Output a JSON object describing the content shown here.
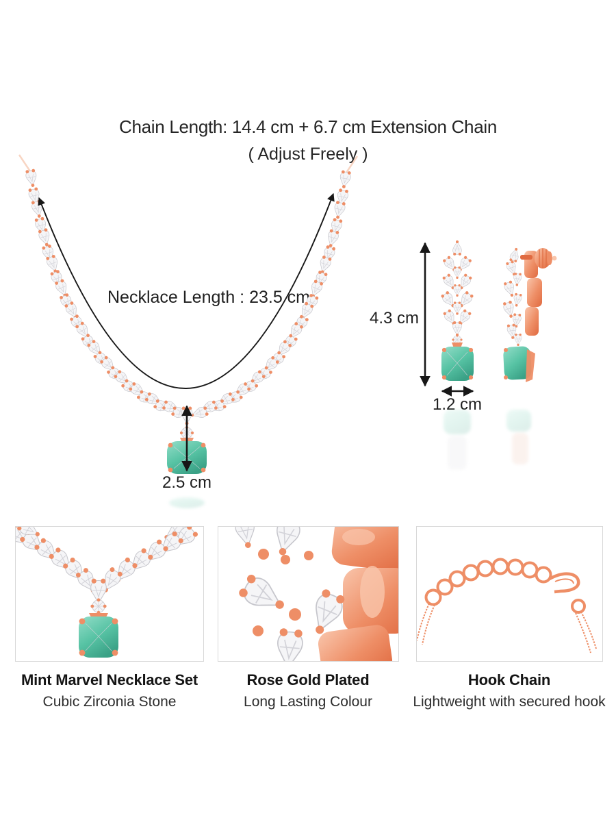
{
  "header": {
    "line1": "Chain Length: 14.4 cm + 6.7 cm Extension Chain",
    "line2": "( Adjust Freely )"
  },
  "annotations": {
    "necklace_length": "Necklace Length : 23.5 cm",
    "pendant_height": "2.5 cm",
    "earring_height": "4.3 cm",
    "earring_width": "1.2 cm"
  },
  "features": [
    {
      "title": "Mint Marvel Necklace Set",
      "subtitle": "Cubic Zirconia Stone",
      "image": "necklace-pendant-closeup"
    },
    {
      "title": "Rose Gold Plated",
      "subtitle": "Long Lasting Colour",
      "image": "rose-gold-prongs-closeup"
    },
    {
      "title": "Hook Chain",
      "subtitle": "Lightweight with secured hook",
      "image": "hook-chain-closeup"
    }
  ],
  "colors": {
    "rose_gold": "#ee8e66",
    "rose_gold_light": "#f9c5ab",
    "rose_gold_deep": "#e06a40",
    "mint": "#57c3a4",
    "mint_light": "#93ddc8",
    "mint_deep": "#3aa186",
    "crystal": "#f5f5f7",
    "crystal_edge": "#c6c6cc",
    "arrow": "#171717",
    "text": "#202020",
    "panel_border": "#d8d8d8"
  }
}
